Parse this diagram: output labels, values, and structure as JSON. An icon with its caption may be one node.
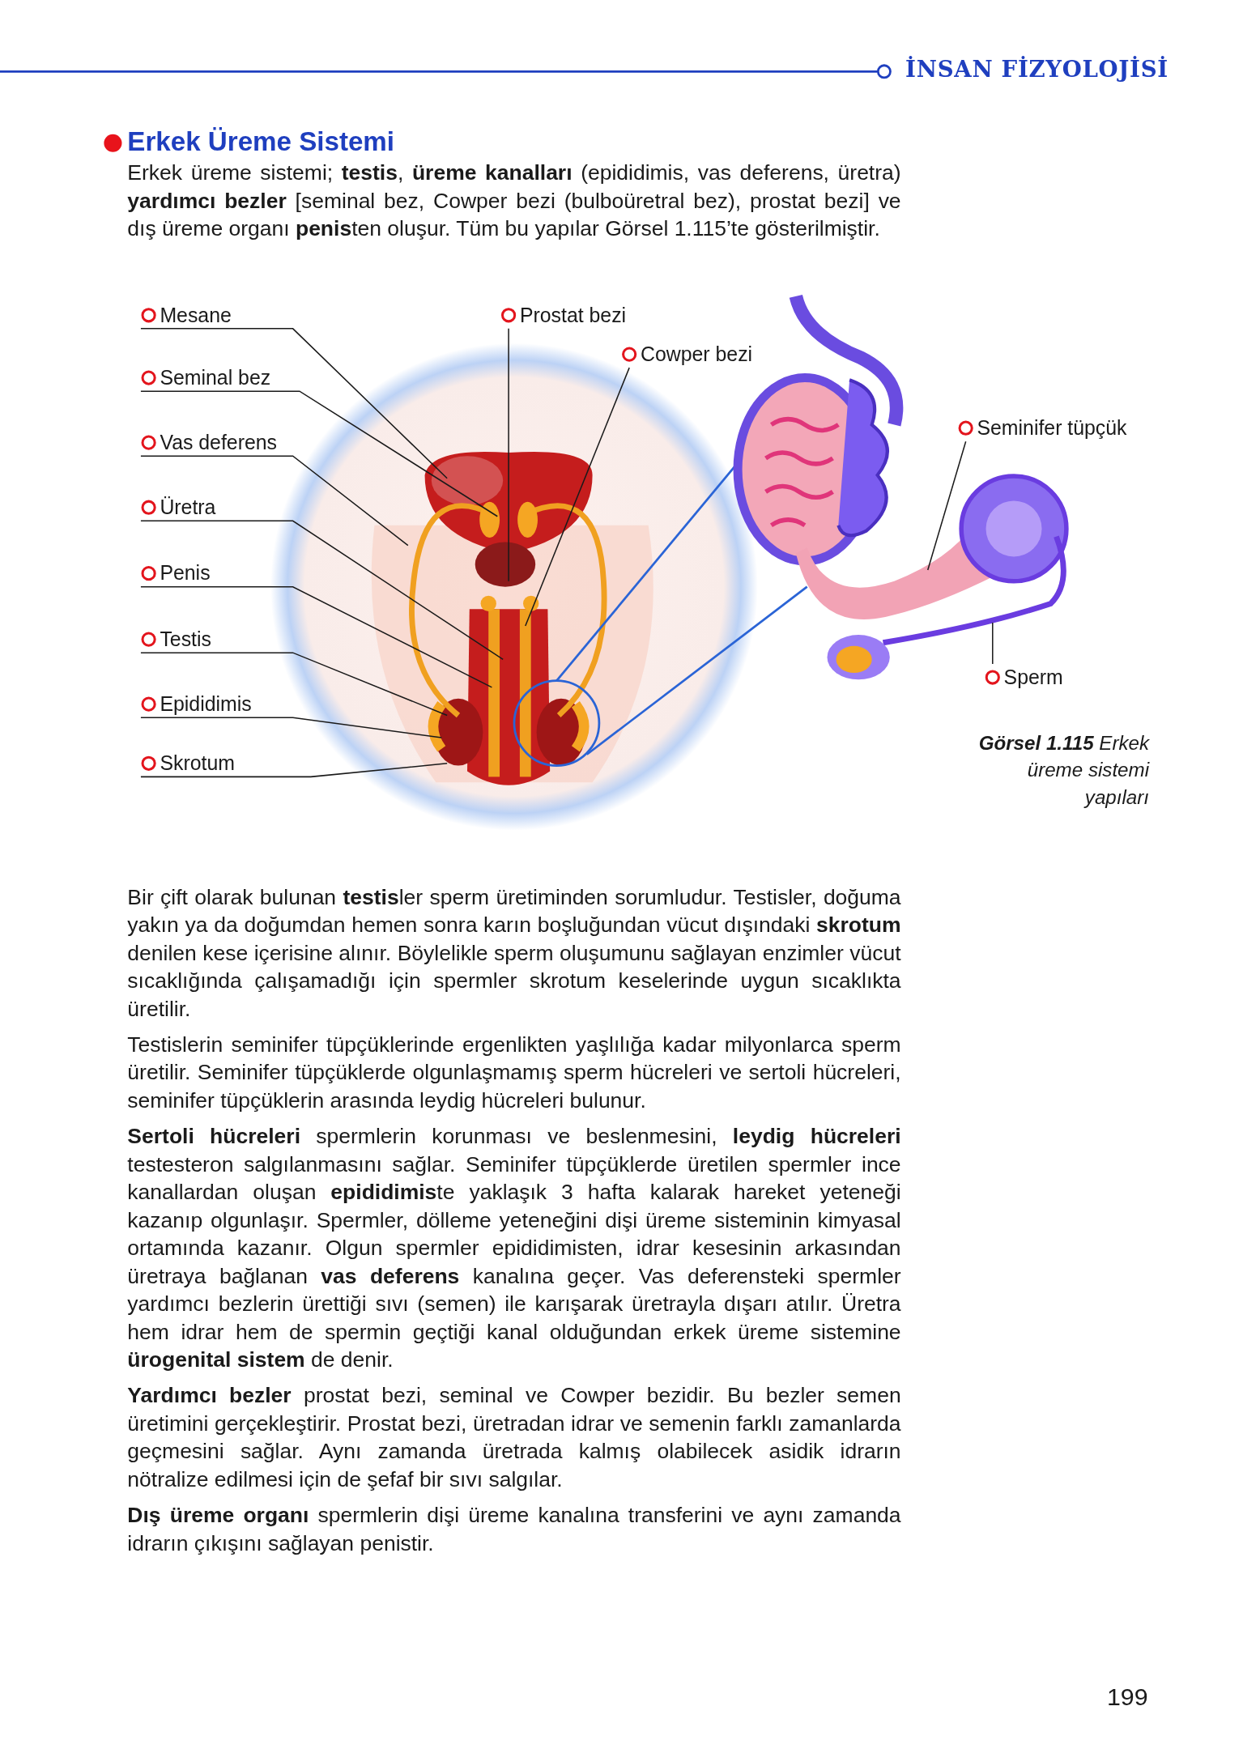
{
  "diagram": {
    "title": "Erkek Üreme Sistemi",
    "caption": "**Görsel 1.115** Erkek üreme sistemi yapıları",
    "nodes": [
      {
        "text": [
          "Mesane"
        ]
      },
      {
        "text": [
          "Prostat bezi"
        ]
      },
      {
        "text": [
          "Cowper bezi"
        ]
      },
      {
        "text": [
          "Seminal bez"
        ]
      },
      {
        "text": [
          "Seminifer tüpçük"
        ]
      },
      {
        "text": [
          "Vas deferens"
        ]
      },
      {
        "text": [
          "Üretra"
        ]
      },
      {
        "text": [
          "Penis"
        ]
      },
      {
        "text": [
          "Testis"
        ]
      },
      {
        "text": [
          "Sperm"
        ]
      },
      {
        "text": [
          "Epididimis"
        ]
      },
      {
        "text": [
          "Skrotum"
        ]
      },
      {
        "text": [],
        "shape": "picture"
      },
      {
        "text": [],
        "shape": "picture"
      }
    ],
    "edges": [
      {
        "from": 0,
        "to": null,
        "arrow": "none"
      },
      {
        "from": 1,
        "to": null,
        "arrow": "none"
      },
      {
        "from": 2,
        "to": null,
        "arrow": "none"
      },
      {
        "from": 3,
        "to": null,
        "arrow": "none"
      },
      {
        "from": 4,
        "to": 12,
        "arrow": "none"
      },
      {
        "from": 5,
        "to": null,
        "arrow": "none"
      },
      {
        "from": 6,
        "to": null,
        "arrow": "none"
      },
      {
        "from": 7,
        "to": null,
        "arrow": "none"
      },
      {
        "from": 8,
        "to": null,
        "arrow": "none"
      },
      {
        "from": 9,
        "to": 13,
        "arrow": "none"
      },
      {
        "from": 10,
        "to": null,
        "arrow": "none"
      },
      {
        "from": 11,
        "to": null,
        "arrow": "none"
      }
    ],
    "labels": [
      "İNSAN FİZYOLOJİSİ",
      "Erkek üreme sistemi; **testis**, **üreme kanalları** (epididimis, vas deferens, üretra) **yardımcı bezler** [seminal bez, Cowper bezi (bulboüretral bez), prostat bezi] ve dış üreme organı **penis**ten oluşur. Tüm bu yapılar Görsel 1.115’te gösterilmiştir.",
      "Bir çift olarak bulunan **testis**ler sperm üretiminden sorumludur. Testisler, doğuma yakın ya da doğumdan hemen sonra karın boşluğundan vücut dışındaki **skrotum** denilen kese içerisine alınır. Böylelikle sperm oluşumunu sağlayan enzimler vücut sıcaklığında çalışamadığı için spermler skrotum keselerinde uygun sıcaklıkta üretilir.",
      "Testislerin seminifer tüpçüklerinde ergenlikten yaşlılığa kadar milyonlarca sperm üretilir. Seminifer tüpçüklerde olgunlaşmamış sperm hücreleri ve sertoli hücreleri, seminifer tüpçüklerin arasında leydig hücreleri bulunur.",
      "**Sertoli hücreleri** spermlerin korunması ve beslenmesini, **leydig hücreleri** testesteron salgılanmasını sağlar. Seminifer tüpçüklerde üretilen spermler ince kanallardan oluşan **epididimis**te yaklaşık 3 hafta kalarak hareket yeteneği kazanıp olgunlaşır. Spermler, dölleme yeteneğini dişi üreme sisteminin kimyasal ortamında kazanır. Olgun spermler epididimisten, idrar kesesinin arkasından üretraya bağlanan **vas deferens** kanalına geçer. Vas deferensteki spermler yardımcı bezlerin ürettiği sıvı (semen) ile karışarak üretrayla dışarı atılır. Üretra hem idrar hem de spermin geçtiği kanal olduğundan erkek üreme sistemine **ürogenital sistem** de denir.",
      "**Yardımcı bezler** prostat bezi, seminal ve Cowper bezidir. Bu bezler semen üretimini gerçekleştirir. Prostat bezi, üretradan idrar ve semenin farklı zamanlarda geçmesini sağlar. Aynı zamanda üretrada kalmış olabilecek asidik idrarın nötralize edilmesi için de şefaf bir sıvı salgılar.",
      "**Dış üreme organı** spermlerin dişi üreme kanalına transferini ve aynı zamanda idrarın çıkışını sağlayan penistir.",
      "199"
    ]
  }
}
